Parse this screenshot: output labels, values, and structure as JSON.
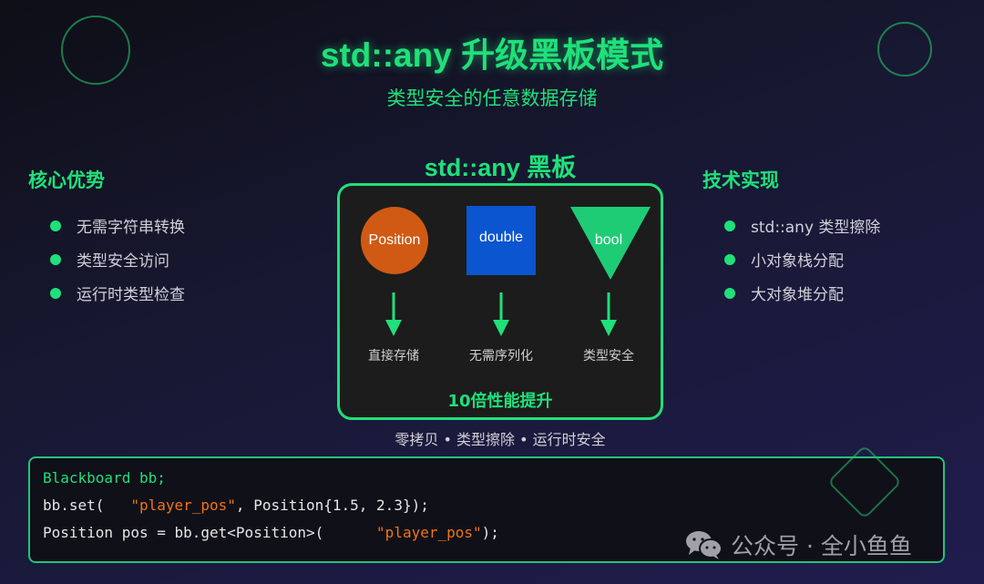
{
  "header": {
    "title": "std::any 升级黑板模式",
    "subtitle": "类型安全的任意数据存储"
  },
  "left_panel": {
    "title": "核心优势",
    "items": [
      "无需字符串转换",
      "类型安全访问",
      "运行时类型检查"
    ]
  },
  "right_panel": {
    "title": "技术实现",
    "items": [
      "std::any 类型擦除",
      "小对象栈分配",
      "大对象堆分配"
    ]
  },
  "board": {
    "title": "std::any 黑板",
    "shapes": [
      {
        "label": "Position",
        "shape": "circle",
        "color": "#d05a13"
      },
      {
        "label": "double",
        "shape": "square",
        "color": "#0b55d0"
      },
      {
        "label": "bool",
        "shape": "triangle-down",
        "color": "#1fcc76"
      }
    ],
    "arrow_labels": [
      "直接存储",
      "无需序列化",
      "类型安全"
    ],
    "performance": "10倍性能提升",
    "border_color": "#1fe07a"
  },
  "tagline": "零拷贝 • 类型擦除 • 运行时安全",
  "code": {
    "line1": "Blackboard bb;",
    "line2_pre": "bb.set(   ",
    "line2_str": "\"player_pos\"",
    "line2_post": ", Position{1.5, 2.3});",
    "line3_pre": "Position pos = bb.get<Position>(      ",
    "line3_str": "\"player_pos\"",
    "line3_post": ");"
  },
  "watermark": {
    "icon": "wechat-icon",
    "text": "公众号 · 全小鱼鱼"
  },
  "colors": {
    "accent": "#1fe07a",
    "string": "#f07412",
    "background_start": "#0e0e16",
    "background_end": "#201c4e"
  }
}
